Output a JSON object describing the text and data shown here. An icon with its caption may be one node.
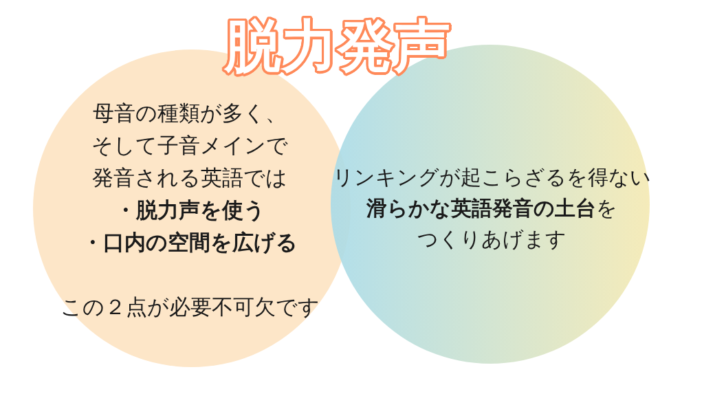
{
  "diagram": {
    "title": "脱力発声",
    "nodes": [
      {
        "text": [
          "母音の種類が多く、そして子音メインで発音される英語では",
          "・脱力声を使う",
          "・口内の空間を広げる",
          "この２点が必要不可欠です"
        ]
      },
      {
        "text": [
          "リンキングが起こらざるを得ない**滑らかな英語発音の土台**をつくりあげます"
        ]
      }
    ]
  }
}
